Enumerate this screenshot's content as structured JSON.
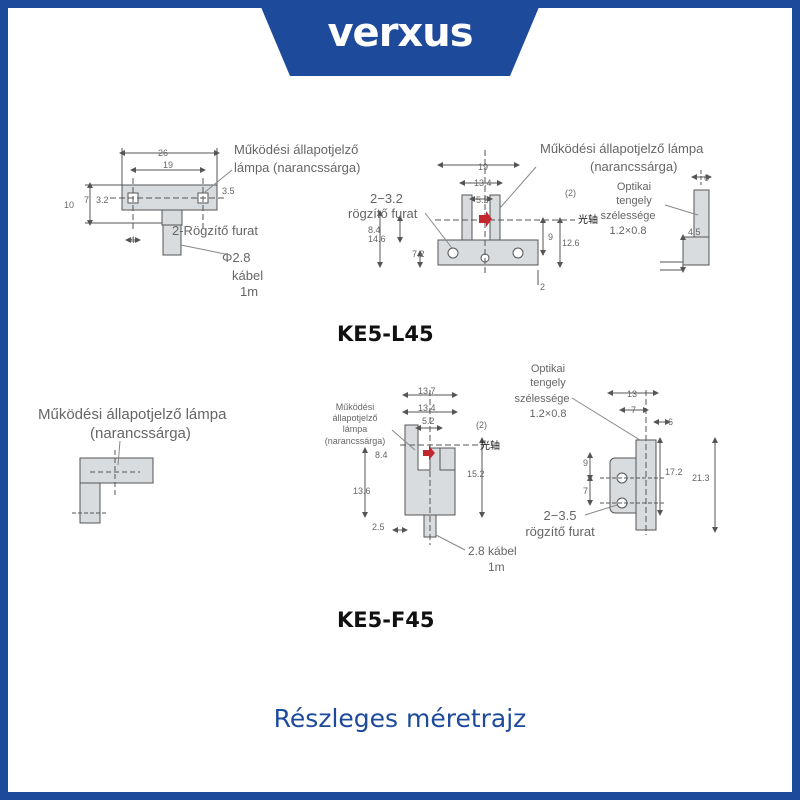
{
  "brand": {
    "logo_text": "verxus"
  },
  "colors": {
    "frame": "#1d4a9a",
    "part_fill": "#d9dcdf",
    "line": "#555555",
    "arrow": "#c0282e"
  },
  "sections": [
    {
      "model": "KE5-L45",
      "labels": {
        "lamp_a": "Működési állapotjelző",
        "lamp_b": "lámpa (narancssárga)",
        "lamp2_a": "Működési állapotjelző lámpa",
        "lamp2_b": "(narancssárga)",
        "hole_a": "2-Rögzítő furat",
        "hole_b_a": "2−3.2",
        "hole_b_b": "rögzítő furat",
        "cable_a": "Φ2.8",
        "cable_b": "kábel",
        "cable_c": "1m",
        "optical_a": "Optikai",
        "optical_b": "tengely",
        "optical_c": "szélessége",
        "optical_d": "1.2×0.8",
        "axis": "光轴"
      },
      "dims": [
        "26",
        "19",
        "3.2",
        "10",
        "7",
        "3.5",
        "4",
        "19",
        "13.4",
        "5.2",
        "(2)",
        "8.4",
        "14.6",
        "7.2",
        "9",
        "12.6",
        "2",
        "6",
        "4.5"
      ]
    },
    {
      "model": "KE5-F45",
      "labels": {
        "lamp_a": "Működési állapotjelző lámpa",
        "lamp_b": "(narancssárga)",
        "lamp2_a": "Működési",
        "lamp2_b": "állapotjelző",
        "lamp2_c": "lámpa",
        "lamp2_d": "(narancssárga)",
        "cable_a": "2.8 kábel",
        "cable_b": "1m",
        "optical_a": "Optikai",
        "optical_b": "tengely",
        "optical_c": "szélessége",
        "optical_d": "1.2×0.8",
        "hole_a": "2−3.5",
        "hole_b": "rögzítő furat",
        "axis": "光轴"
      },
      "dims": [
        "13.7",
        "13.4",
        "5.2",
        "(2)",
        "8.4",
        "13.6",
        "2.5",
        "15.2",
        "13",
        "7",
        "6",
        "9",
        "7",
        "17.2",
        "21.3"
      ]
    }
  ],
  "footer": "Részleges méretrajz"
}
